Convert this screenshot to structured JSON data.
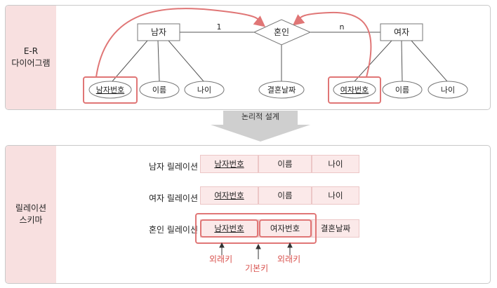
{
  "er_panel": {
    "label_line1": "E-R",
    "label_line2": "다이어그램",
    "entities": {
      "male": "남자",
      "female": "여자"
    },
    "relationship": "혼인",
    "cardinality": {
      "left": "1",
      "right": "n"
    },
    "attributes": {
      "male_id": "남자번호",
      "male_name": "이름",
      "male_age": "나이",
      "marriage_date": "결혼날짜",
      "female_id": "여자번호",
      "female_name": "이름",
      "female_age": "나이"
    }
  },
  "transition_label": "논리적 설계",
  "schema_panel": {
    "label_line1": "릴레이션",
    "label_line2": "스키마",
    "relations": [
      {
        "name": "남자 릴레이션",
        "cols": [
          "남자번호",
          "이름",
          "나이"
        ]
      },
      {
        "name": "여자 릴레이션",
        "cols": [
          "여자번호",
          "이름",
          "나이"
        ]
      },
      {
        "name": "혼인 릴레이션",
        "cols": [
          "남자번호",
          "여자번호",
          "결혼날짜"
        ]
      }
    ],
    "key_labels": {
      "foreign_left": "외래키",
      "primary": "기본키",
      "foreign_right": "외래키"
    }
  },
  "colors": {
    "accent": "#e07676",
    "label_bg": "#f8e0e0",
    "cell_bg": "#fbe9e9"
  }
}
